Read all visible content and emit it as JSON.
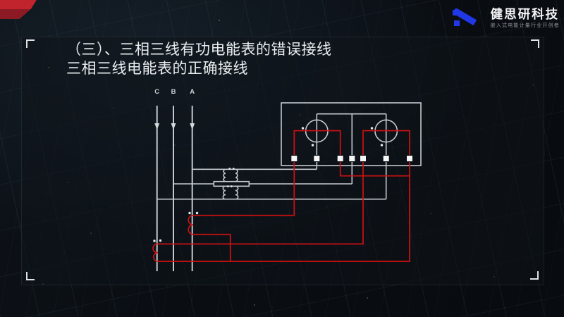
{
  "logo": {
    "name": "健思研科技",
    "tagline": "嵌入式电能计量行业开创者"
  },
  "title": {
    "line1": "（三）、三相三线有功电能表的错误接线",
    "line2": "三相三线电能表的正确接线"
  },
  "diagram": {
    "type": "circuit-wiring-diagram",
    "description_labels": {
      "phase_labels": [
        "C",
        "B",
        "A"
      ]
    },
    "phase_labels": [
      "C",
      "B",
      "A"
    ],
    "meter": {
      "elements": 2,
      "terminal_count": 7
    },
    "colors": {
      "voltage_wire": "#c3c9ce",
      "current_wire": "#cf1111",
      "terminal_fill": "#f4f6f7",
      "brand_blue": "#2038e8",
      "ribbon_red": "#c2242e"
    }
  }
}
